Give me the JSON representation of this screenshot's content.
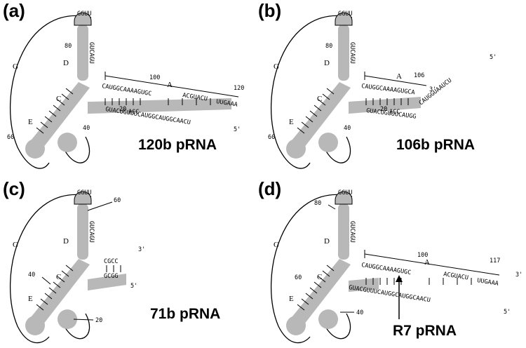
{
  "panels": [
    {
      "id": "a",
      "label": "(a)",
      "title": "120b pRNA",
      "domains": [
        "G",
        "D",
        "C",
        "E",
        "A"
      ],
      "markers": [
        "80",
        "100",
        "120",
        "20",
        "40",
        "60"
      ],
      "ends": [
        "5'"
      ],
      "seqs": {
        "upper": "CAUGGCAAAAGUGC",
        "upper2": "ACGUACU",
        "lower": "GUACUGUUUCAUGGCAUGGCAACU",
        "tail": "UUGAAA",
        "loop": "GGUU",
        "hstem": "GUCAGU",
        "acc": "ACC"
      }
    },
    {
      "id": "b",
      "label": "(b)",
      "title": "106b pRNA",
      "domains": [
        "G",
        "D",
        "C",
        "E",
        "A"
      ],
      "markers": [
        "80",
        "106",
        "20",
        "40",
        "60"
      ],
      "ends": [
        "3'",
        "5'"
      ],
      "seqs": {
        "upper": "CAUGGCAAAAGUGCA",
        "lower": "GUACUGUUUCAUGG",
        "tail": "CAUGGUAAUCU",
        "loop": "GGUU",
        "hstem": "GUCAGU",
        "acc": "ACC"
      }
    },
    {
      "id": "c",
      "label": "(c)",
      "title": "71b pRNA",
      "domains": [
        "G",
        "D",
        "C",
        "E"
      ],
      "markers": [
        "60",
        "40",
        "20"
      ],
      "ends": [
        "3'",
        "5'"
      ],
      "seqs": {
        "upper": "CGCC",
        "lower": "GCGG",
        "loop": "GGUU",
        "hstem": "GUCAGU"
      }
    },
    {
      "id": "d",
      "label": "(d)",
      "title": "R7  pRNA",
      "domains": [
        "G",
        "D",
        "C",
        "E",
        "A"
      ],
      "markers": [
        "80",
        "100",
        "117",
        "60",
        "40"
      ],
      "ends": [
        "3'",
        "5'"
      ],
      "seqs": {
        "upper": "CAUGGCAAAAGUGC",
        "upper2": "ACGUACU",
        "lower": "GUACGUUUCAUGGCAUGGCAACU",
        "tail": "UUGAAA",
        "loop": "GGUU",
        "hstem": "GUCAGU"
      }
    }
  ]
}
